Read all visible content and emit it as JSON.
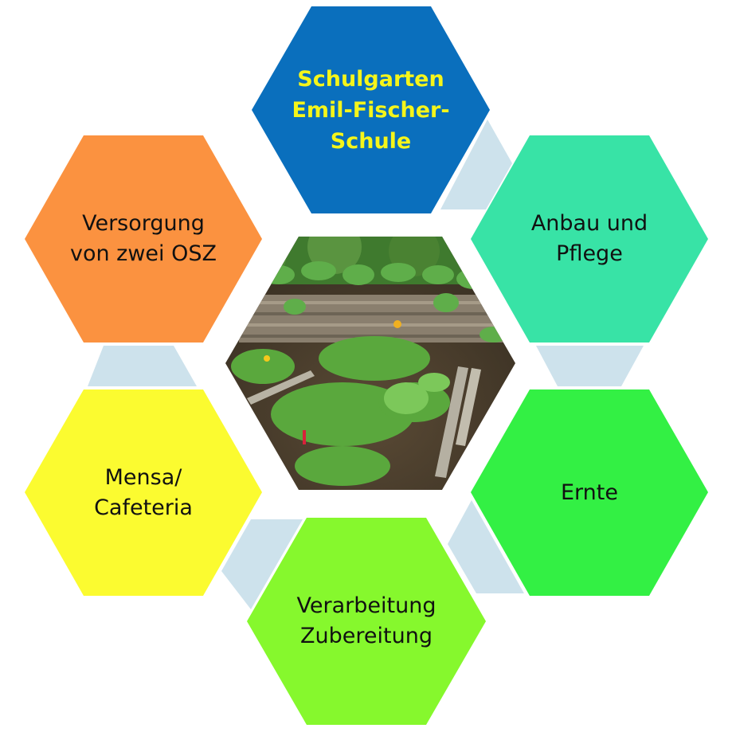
{
  "diagram": {
    "type": "hexagon-cycle",
    "center_image": {
      "description": "school garden photo: vegetable beds with chard, potatoes, pumpkin plants climbing a wooden fence"
    },
    "connector_color": "#cde2ec",
    "hexagons": [
      {
        "id": "schulgarten",
        "label": "Schulgarten\nEmil-Fischer-\nSchule",
        "fill": "#0a6fbd",
        "text_color": "#f5f51a"
      },
      {
        "id": "anbau",
        "label": "Anbau  und\nPflege",
        "fill": "#38e3a6",
        "text_color": "#111111"
      },
      {
        "id": "ernte",
        "label": "Ernte",
        "fill": "#33f044",
        "text_color": "#111111"
      },
      {
        "id": "verarbeitung",
        "label": "Verarbeitung\nZubereitung",
        "fill": "#86f82d",
        "text_color": "#111111"
      },
      {
        "id": "mensa",
        "label": "Mensa/\nCafeteria",
        "fill": "#fbfb30",
        "text_color": "#111111"
      },
      {
        "id": "versorgung",
        "label": "Versorgung\nvon zwei OSZ",
        "fill": "#fb9240",
        "text_color": "#111111"
      }
    ]
  }
}
